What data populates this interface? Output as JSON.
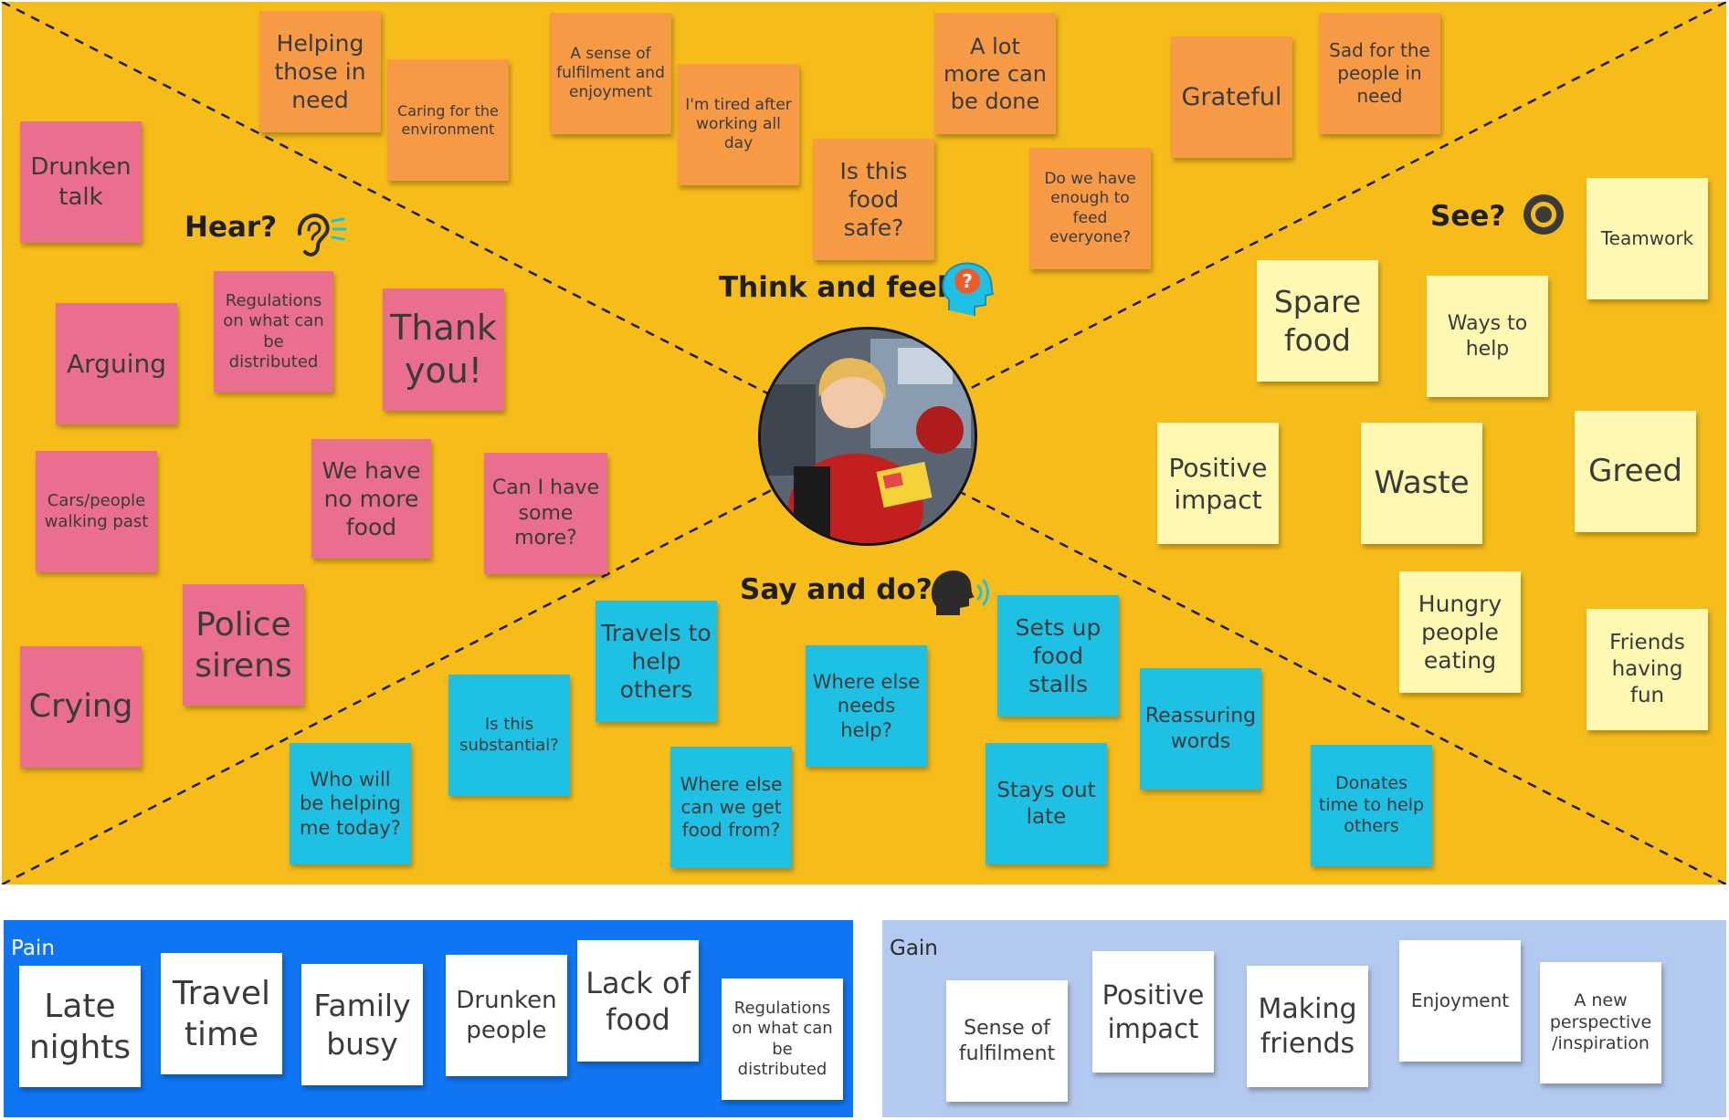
{
  "board": {
    "colors": {
      "board": "#f6bd1a",
      "pink": "#ea6e8e",
      "orange": "#f79a45",
      "yellow": "#fff8b3",
      "cyan": "#1ec0e4",
      "pain": "#0f75f2",
      "gain": "#b3c9f0"
    },
    "labels": {
      "hear": "Hear?",
      "think": "Think and feel?",
      "see": "See?",
      "say": "Say and do?"
    },
    "icons": [
      "ear-icon",
      "head-question-icon",
      "eye-icon",
      "speaking-head-icon",
      "person-photo"
    ]
  },
  "hear": [
    {
      "text": "Drunken talk"
    },
    {
      "text": "Arguing"
    },
    {
      "text": "Regulations on what can be distributed"
    },
    {
      "text": "Thank you!"
    },
    {
      "text": "Cars/people walking past"
    },
    {
      "text": "We have no more food"
    },
    {
      "text": "Can I have some more?"
    },
    {
      "text": "Police sirens"
    },
    {
      "text": "Crying"
    }
  ],
  "think": [
    {
      "text": "Helping those in need"
    },
    {
      "text": "Caring for the environment"
    },
    {
      "text": "A sense of fulfilment and enjoyment"
    },
    {
      "text": "I'm tired after working all day"
    },
    {
      "text": "Is this food safe?"
    },
    {
      "text": "A lot more can be done"
    },
    {
      "text": "Do we have enough to feed everyone?"
    },
    {
      "text": "Grateful"
    },
    {
      "text": "Sad for the people in need"
    }
  ],
  "see": [
    {
      "text": "Teamwork"
    },
    {
      "text": "Spare food"
    },
    {
      "text": "Ways to help"
    },
    {
      "text": "Positive impact"
    },
    {
      "text": "Waste"
    },
    {
      "text": "Greed"
    },
    {
      "text": "Hungry people eating"
    },
    {
      "text": "Friends having fun"
    }
  ],
  "say": [
    {
      "text": "Travels to help others"
    },
    {
      "text": "Is this substantial?"
    },
    {
      "text": "Who will be helping me today?"
    },
    {
      "text": "Where else needs help?"
    },
    {
      "text": "Where else can we get food from?"
    },
    {
      "text": "Sets up food stalls"
    },
    {
      "text": "Stays out late"
    },
    {
      "text": "Reassuring words"
    },
    {
      "text": "Donates time to help others"
    }
  ],
  "pain": {
    "title": "Pain",
    "items": [
      {
        "text": "Late nights"
      },
      {
        "text": "Travel time"
      },
      {
        "text": "Family busy"
      },
      {
        "text": "Drunken people"
      },
      {
        "text": "Lack of food"
      },
      {
        "text": "Regulations on what can be distributed"
      }
    ]
  },
  "gain": {
    "title": "Gain",
    "items": [
      {
        "text": "Sense of fulfilment"
      },
      {
        "text": "Positive impact"
      },
      {
        "text": "Making friends"
      },
      {
        "text": "Enjoyment"
      },
      {
        "text": "A new perspective /inspiration"
      }
    ]
  }
}
